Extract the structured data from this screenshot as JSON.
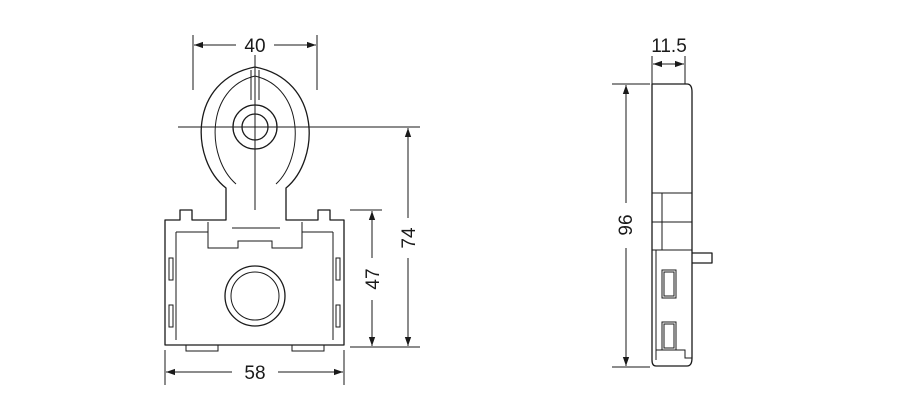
{
  "dimensions": {
    "top_width": "40",
    "side_thickness": "11.5",
    "total_height": "74",
    "body_height": "47",
    "base_width": "58",
    "side_height": "96"
  },
  "colors": {
    "line": "#1a1a1a",
    "background": "#ffffff"
  }
}
